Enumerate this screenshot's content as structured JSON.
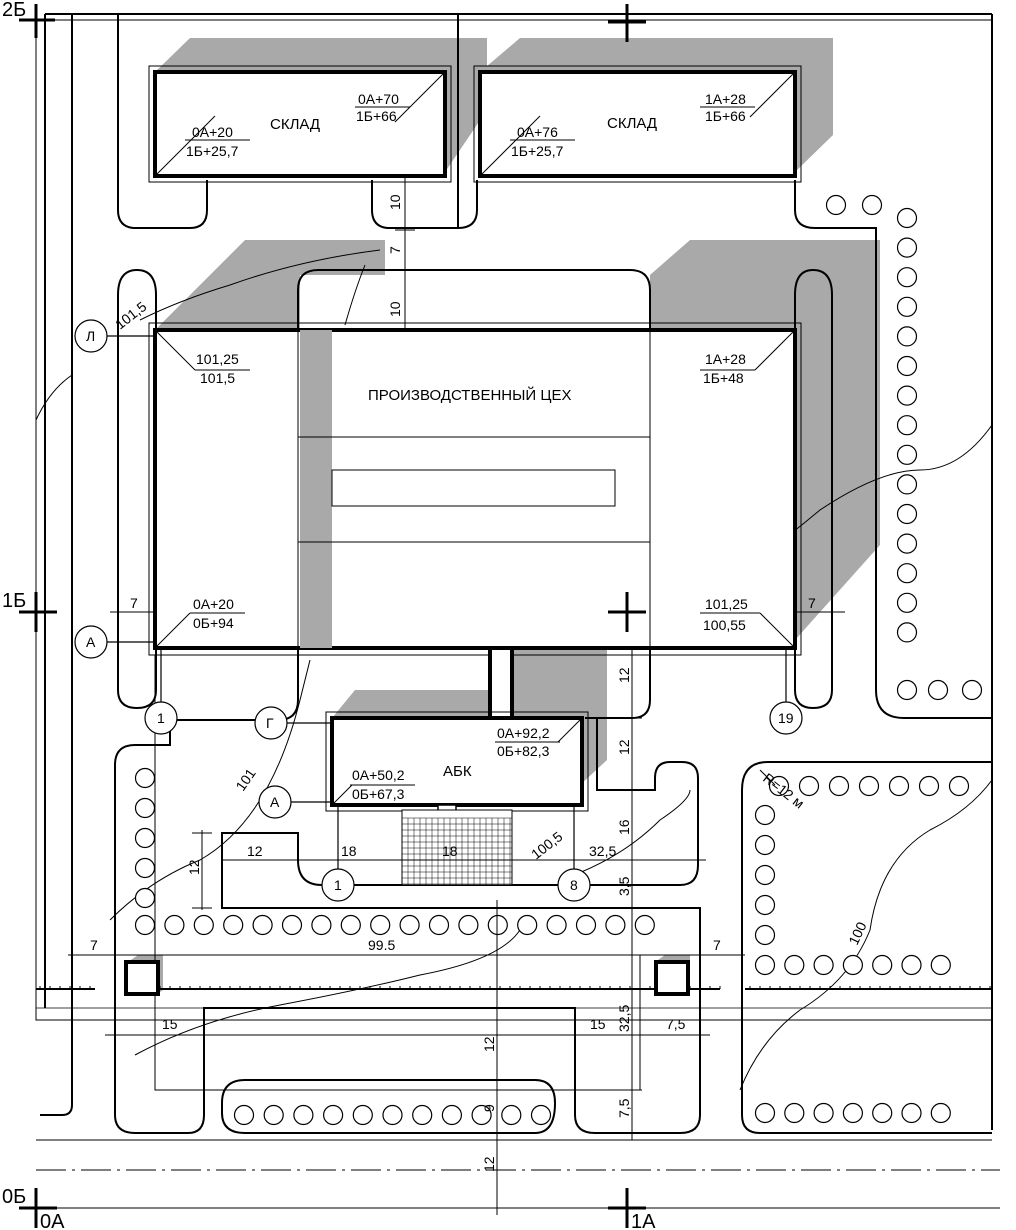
{
  "grid": {
    "g2b": "2Б",
    "g1b": "1Б",
    "g0b": "0Б",
    "g0a": "0А",
    "g1a": "1А"
  },
  "buildings": {
    "warehouse1": {
      "name": "СКЛАД",
      "c1a": "0А+20",
      "c1b": "1Б+25,7",
      "c2a": "0А+70",
      "c2b": "1Б+66"
    },
    "warehouse2": {
      "name": "СКЛАД",
      "c1a": "0А+76",
      "c1b": "1Б+25,7",
      "c2a": "1А+28",
      "c2b": "1Б+66"
    },
    "workshop": {
      "name": "ПРОИЗВОДСТВЕННЫЙ ЦЕХ",
      "tl_a": "101,25",
      "tl_b": "101,5",
      "tr_a": "1А+28",
      "tr_b": "1Б+48",
      "bl_a": "0А+20",
      "bl_b": "0Б+94",
      "br_a": "101,25",
      "br_b": "100,55"
    },
    "abk": {
      "name": "АБК",
      "c1a": "0А+92,2",
      "c1b": "0Б+82,3",
      "c2a": "0А+50,2",
      "c2b": "0Б+67,3"
    }
  },
  "axes": {
    "L": "Л",
    "A1": "А",
    "A2": "А",
    "G": "Г",
    "n1": "1",
    "n19": "19",
    "n1b": "1",
    "n8": "8"
  },
  "contours": {
    "c1015": "101,5",
    "c101": "101",
    "c1005": "100,5",
    "c100": "100"
  },
  "radius": "R=12 м",
  "dims": {
    "d10a": "10",
    "d7v": "7",
    "d10b": "10",
    "d7l": "7",
    "d7r": "7",
    "d12a": "12",
    "d12b": "12",
    "d16": "16",
    "d35": "3,5",
    "d12l": "12",
    "d12h": "12",
    "d18a": "18",
    "d18b": "18",
    "d325h": "32,5",
    "d7bl": "7",
    "d995": "99.5",
    "d7br": "7",
    "d15l": "15",
    "d15r": "15",
    "d325v": "32,5",
    "d75h": "7,5",
    "d12c": "12",
    "d9": "9",
    "d75v": "7,5",
    "d12d": "12"
  },
  "colors": {
    "shadow": "#a9a9a9",
    "line": "#000000"
  }
}
